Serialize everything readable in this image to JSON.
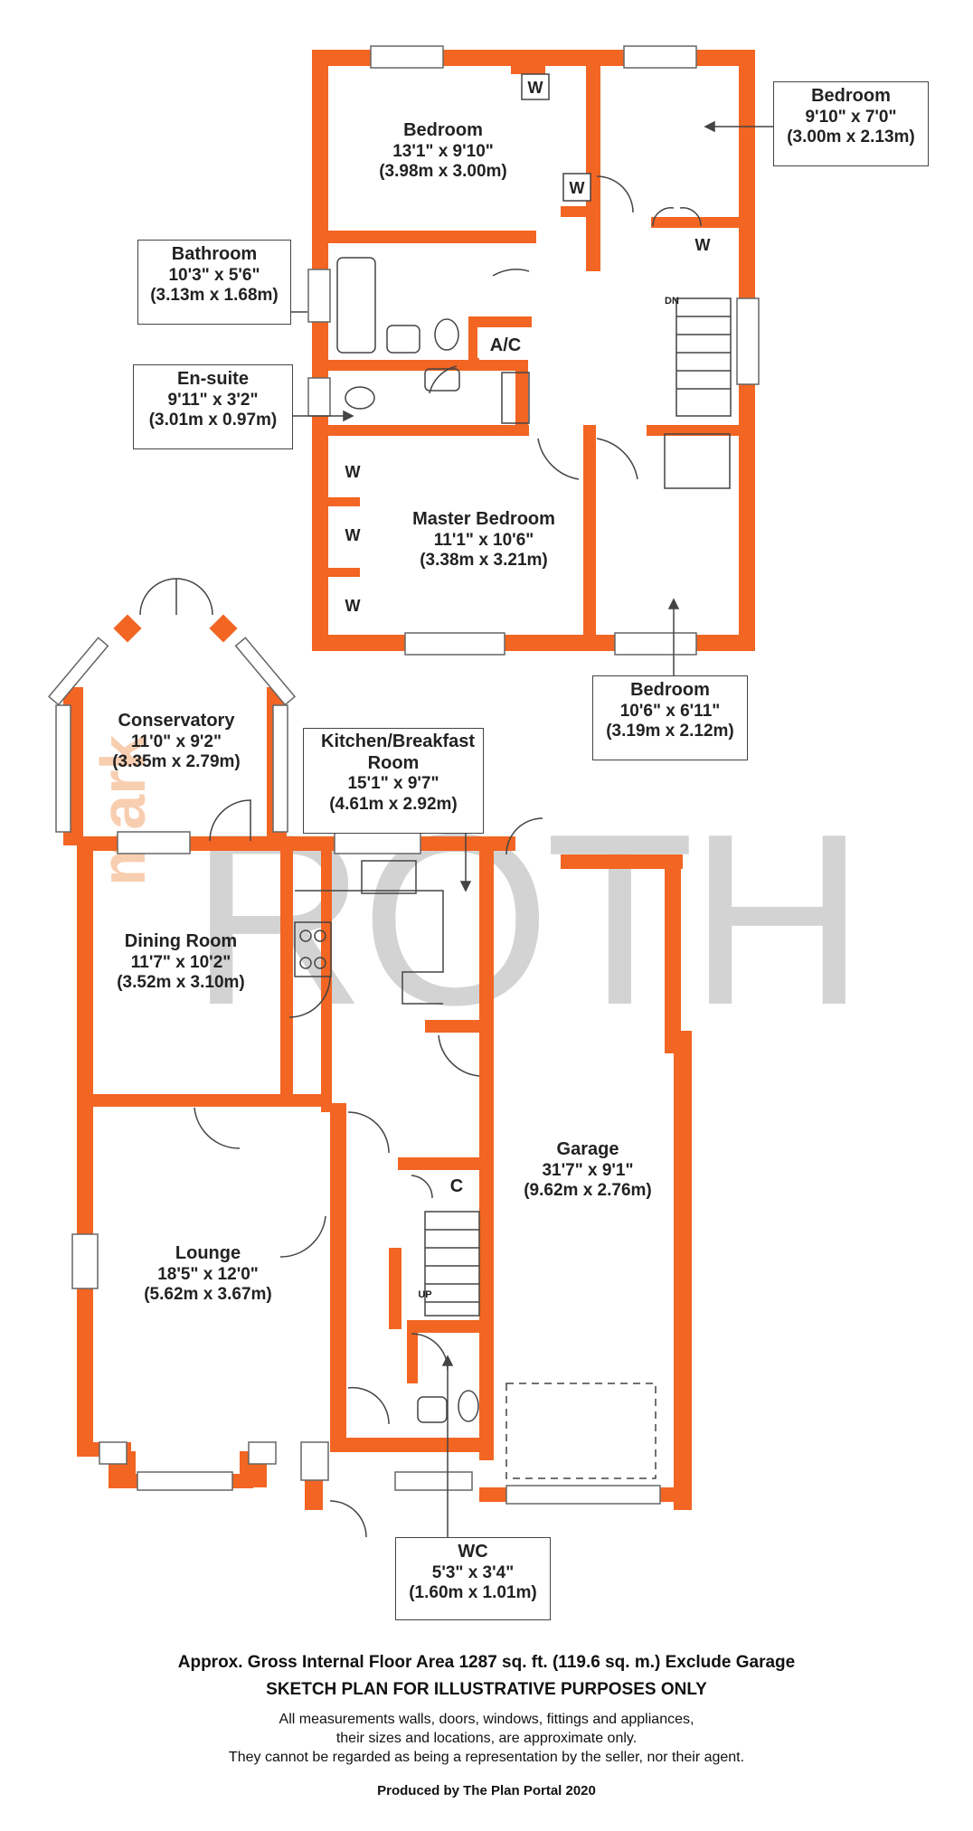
{
  "rooms": {
    "bedroom2": {
      "name": "Bedroom",
      "imperial": "13'1\" x 9'10\"",
      "metric": "(3.98m x 3.00m)"
    },
    "bedroom3": {
      "name": "Bedroom",
      "imperial": "9'10\" x 7'0\"",
      "metric": "(3.00m x 2.13m)"
    },
    "bathroom": {
      "name": "Bathroom",
      "imperial": "10'3\" x 5'6\"",
      "metric": "(3.13m x 1.68m)"
    },
    "ensuite": {
      "name": "En-suite",
      "imperial": "9'11\" x 3'2\"",
      "metric": "(3.01m x 0.97m)"
    },
    "master": {
      "name": "Master Bedroom",
      "imperial": "11'1\" x 10'6\"",
      "metric": "(3.38m x 3.21m)"
    },
    "bedroom4": {
      "name": "Bedroom",
      "imperial": "10'6\" x 6'11\"",
      "metric": "(3.19m x 2.12m)"
    },
    "conservatory": {
      "name": "Conservatory",
      "imperial": "11'0\" x 9'2\"",
      "metric": "(3.35m x 2.79m)"
    },
    "kitchen": {
      "name": "Kitchen/Breakfast Room",
      "imperial": "15'1\" x 9'7\"",
      "metric": "(4.61m x 2.92m)"
    },
    "dining": {
      "name": "Dining Room",
      "imperial": "11'7\" x 10'2\"",
      "metric": "(3.52m x 3.10m)"
    },
    "garage": {
      "name": "Garage",
      "imperial": "31'7\" x 9'1\"",
      "metric": "(9.62m x 2.76m)"
    },
    "lounge": {
      "name": "Lounge",
      "imperial": "18'5\" x 12'0\"",
      "metric": "(5.62m x 3.67m)"
    },
    "wc": {
      "name": "WC",
      "imperial": "5'3\" x 3'4\"",
      "metric": "(1.60m x 1.01m)"
    }
  },
  "fixtures": {
    "wardrobe": "W",
    "airing_cupboard": "A/C",
    "cupboard": "C",
    "stairs_down": "DN",
    "stairs_up": "UP"
  },
  "watermark": {
    "text_small": "mark",
    "text_big": "ROTH"
  },
  "footer": {
    "area": "Approx. Gross Internal Floor Area 1287 sq. ft. (119.6 sq. m.) Exclude Garage",
    "sketch": "SKETCH PLAN FOR ILLUSTRATIVE PURPOSES ONLY",
    "disclaimer1": "All measurements walls, doors, windows, fittings and appliances,",
    "disclaimer2": "their sizes and locations, are approximate only.",
    "disclaimer3": "They cannot be regarded as being a representation by the seller, nor their agent.",
    "produced": "Produced by The Plan Portal 2020"
  },
  "colors": {
    "wall": "#f26522",
    "watermark_grey": "#c8c8c8",
    "watermark_orange": "#f8c9a8"
  }
}
